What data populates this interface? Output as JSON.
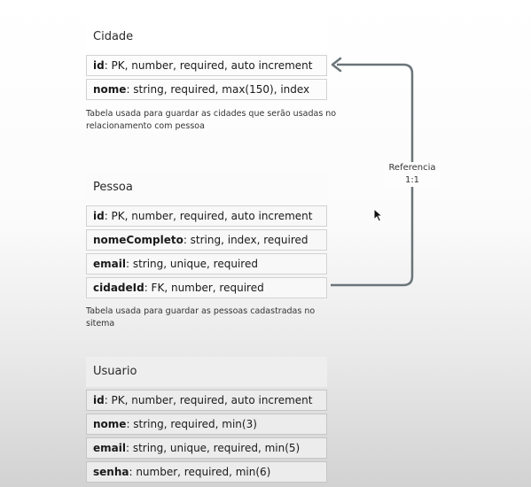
{
  "tables": {
    "cidade": {
      "title": "Cidade",
      "fields": [
        {
          "name": "id",
          "desc": ": PK, number, required, auto increment"
        },
        {
          "name": "nome",
          "desc": ": string, required, max(150), index"
        }
      ],
      "note": "Tabela usada para guardar as cidades que serão usadas no relacionamento com pessoa"
    },
    "pessoa": {
      "title": "Pessoa",
      "fields": [
        {
          "name": "id",
          "desc": ": PK, number, required, auto increment"
        },
        {
          "name": "nomeCompleto",
          "desc": ": string, index, required"
        },
        {
          "name": "email",
          "desc": ": string, unique, required"
        },
        {
          "name": "cidadeId",
          "desc": ": FK, number, required"
        }
      ],
      "note": "Tabela usada para guardar as pessoas cadastradas no sitema"
    },
    "usuario": {
      "title": "Usuario",
      "fields": [
        {
          "name": "id",
          "desc": ": PK, number, required, auto increment"
        },
        {
          "name": "nome",
          "desc": ": string, required, min(3)"
        },
        {
          "name": "email",
          "desc": ": string, unique, required, min(5)"
        },
        {
          "name": "senha",
          "desc": ": number, required, min(6)"
        }
      ]
    }
  },
  "relation": {
    "label_line1": "Referencia",
    "label_line2": "1:1",
    "color": "#6a7479"
  }
}
